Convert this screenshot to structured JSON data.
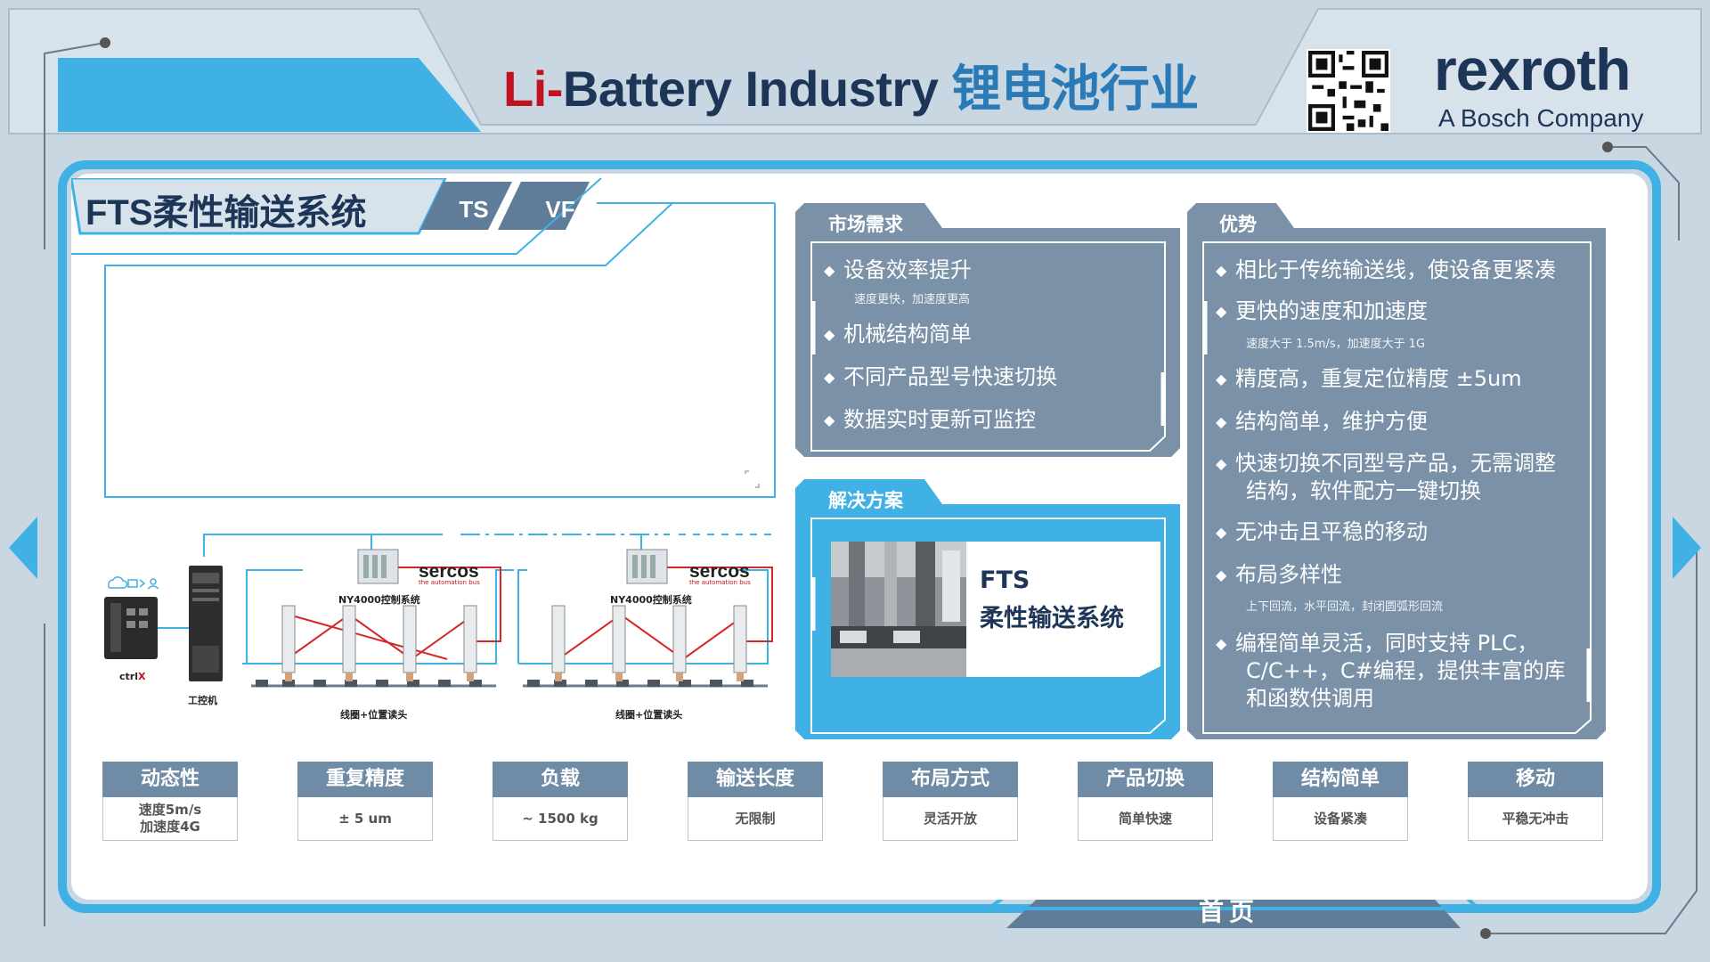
{
  "header": {
    "title_en_red": "Li-",
    "title_en_dark": "Battery Industry",
    "title_cn": "锂电池行业",
    "logo": "rexroth",
    "logo_sub": "A Bosch Company",
    "qr_icon": "qr-code-icon"
  },
  "section": {
    "title": "FTS柔性输送系统",
    "tabs": [
      {
        "label": "TS"
      },
      {
        "label": "VF"
      }
    ]
  },
  "diagram": {
    "ctrlx_label_a": "ctrl",
    "ctrlx_label_b": "X",
    "ipc_label": "工控机",
    "sercos_logo": "sercos",
    "sercos_tag": "the automation bus",
    "ny4000_label": "NY4000控制系统",
    "coil_label": "线圈+位置读头",
    "cloud_icons": "cloud-icon"
  },
  "market": {
    "heading": "市场需求",
    "items": [
      {
        "text": "设备效率提升",
        "note": "速度更快，加速度更高"
      },
      {
        "text": "机械结构简单"
      },
      {
        "text": "不同产品型号快速切换"
      },
      {
        "text": "数据实时更新可监控"
      }
    ]
  },
  "solution": {
    "heading": "解决方案",
    "line1": "FTS",
    "line2": "柔性输送系统"
  },
  "advantages": {
    "heading": "优势",
    "items": [
      {
        "lines": [
          "相比于传统输送线，使设备更紧凑"
        ]
      },
      {
        "lines": [
          "更快的速度和加速度"
        ],
        "note": "速度大于 1.5m/s，加速度大于 1G"
      },
      {
        "lines": [
          "精度高，重复定位精度 ±5um"
        ]
      },
      {
        "lines": [
          "结构简单，维护方便"
        ]
      },
      {
        "lines": [
          "快速切换不同型号产品，无需调整",
          "结构，软件配方一键切换"
        ]
      },
      {
        "lines": [
          "无冲击且平稳的移动"
        ]
      },
      {
        "lines": [
          "布局多样性"
        ],
        "note": "上下回流，水平回流，封闭圆弧形回流"
      },
      {
        "lines": [
          "编程简单灵活，同时支持 PLC，",
          "C/C++，C#编程，提供丰富的库",
          "和函数供调用"
        ]
      }
    ]
  },
  "specs": [
    {
      "head": "动态性",
      "value": "速度5m/s\n加速度4G"
    },
    {
      "head": "重复精度",
      "value": "± 5 um"
    },
    {
      "head": "负载",
      "value": "~ 1500 kg"
    },
    {
      "head": "输送长度",
      "value": "无限制"
    },
    {
      "head": "布局方式",
      "value": "灵活开放"
    },
    {
      "head": "产品切换",
      "value": "简单快速"
    },
    {
      "head": "结构简单",
      "value": "设备紧凑"
    },
    {
      "head": "移动",
      "value": "平稳无冲击"
    }
  ],
  "footer": {
    "home_label": "首页"
  },
  "colors": {
    "accent_blue": "#3fb1e4",
    "dark_navy": "#1d3557",
    "card_gray": "#7a91a8",
    "brand_red": "#c1121f"
  }
}
